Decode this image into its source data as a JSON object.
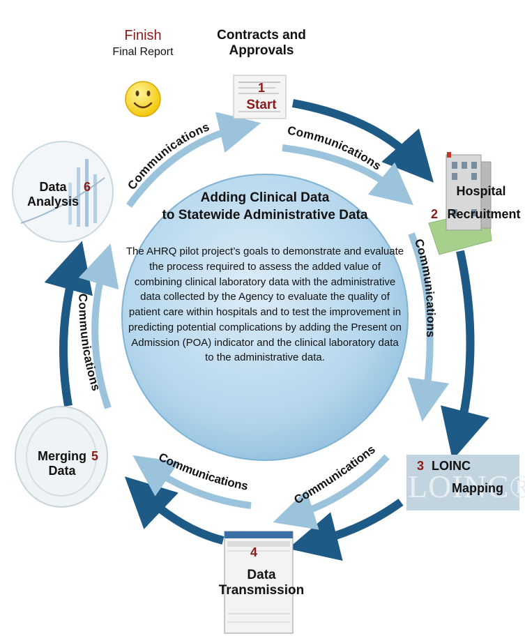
{
  "center": {
    "title_line1": "Adding Clinical Data",
    "title_line2": "to Statewide Administrative Data",
    "body": "The AHRQ pilot project’s goals to demonstrate and evaluate the process required to assess the added value of combining clinical laboratory data with the administrative data collected by the Agency to evaluate the quality of patient care within hospitals and to test the improvement in predicting potential complications by adding the Present on Admission (POA) indicator and the clinical laboratory data to the administrative data."
  },
  "finish": {
    "label": "Finish",
    "sublabel": "Final Report"
  },
  "steps": [
    {
      "num": "1",
      "label_line1": "Contracts and",
      "label_line2": "Approvals",
      "extra": "Start"
    },
    {
      "num": "2",
      "label_line1": "Hospital",
      "label_line2": "Recruitment"
    },
    {
      "num": "3",
      "label_line1": "LOINC",
      "label_line2": "Mapping",
      "logo_text": "LOINC®"
    },
    {
      "num": "4",
      "label_line1": "Data",
      "label_line2": "Transmission"
    },
    {
      "num": "5",
      "label_line1": "Merging",
      "label_line2": "Data"
    },
    {
      "num": "6",
      "label_line1": "Data",
      "label_line2": "Analysis"
    }
  ],
  "communications_label": "Communications",
  "colors": {
    "circle_fill": "#b9d9ee",
    "outer_arrow": "#1d5a86",
    "inner_arrow": "#9cc3dc",
    "step_number": "#8b1a1a"
  }
}
